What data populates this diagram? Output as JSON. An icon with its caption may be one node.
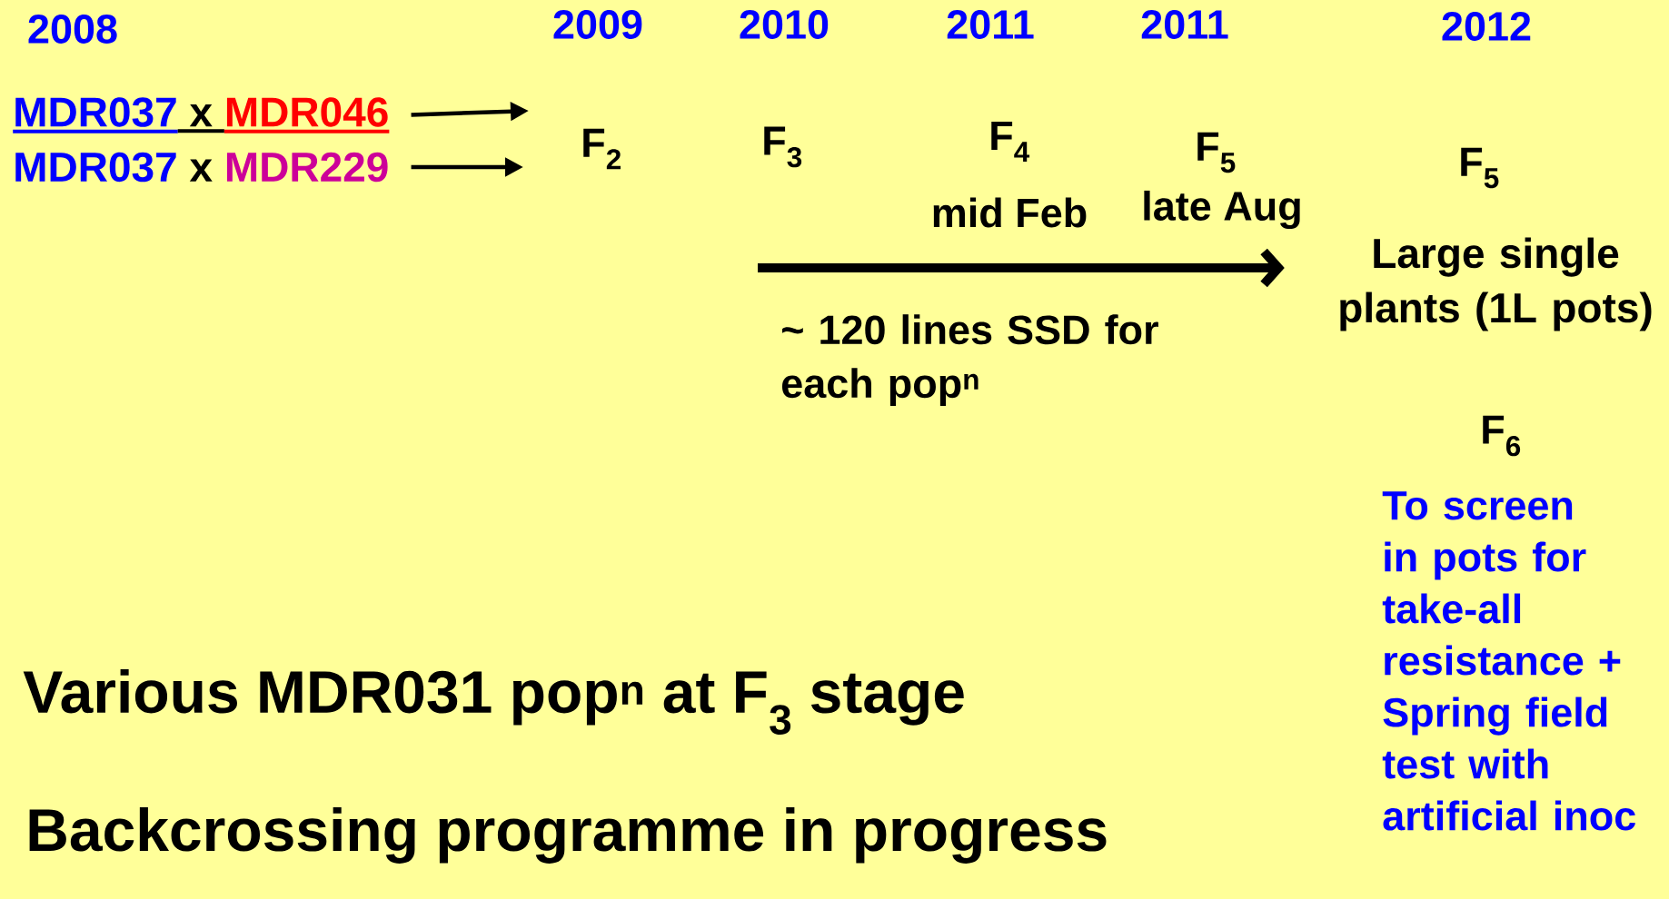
{
  "diagram": {
    "nodes": [
      {
        "text": [
          "MDR037",
          "x",
          "MDR046"
        ]
      },
      {
        "text": [
          "MDR037",
          "x",
          "MDR229"
        ]
      },
      {
        "text": [
          "Large single plants (1L pots)"
        ]
      }
    ],
    "edges": [
      {
        "from": 0,
        "to": null,
        "arrow": "to"
      },
      {
        "from": 1,
        "to": null,
        "arrow": "to"
      },
      {
        "from": null,
        "to": 2,
        "arrow": "to",
        "style": "thick"
      }
    ],
    "labels": [
      "2008",
      "2009",
      "2010",
      "2011",
      "2011",
      "2012",
      "F$_{2}$",
      "F$_{3}$",
      "F$_{4}$",
      "mid Feb",
      "F$_{5}$",
      "late Aug",
      "F$_{5}$",
      "~ 120 lines SSD for each pop$^{n}$",
      "F$_{6}$",
      "To screen in pots for take-all resistance + Spring field test with artificial inoc",
      "Various MDR031 pop$^{n}$ at F$_{3}$ stage",
      "Backcrossing programme in progress"
    ]
  }
}
